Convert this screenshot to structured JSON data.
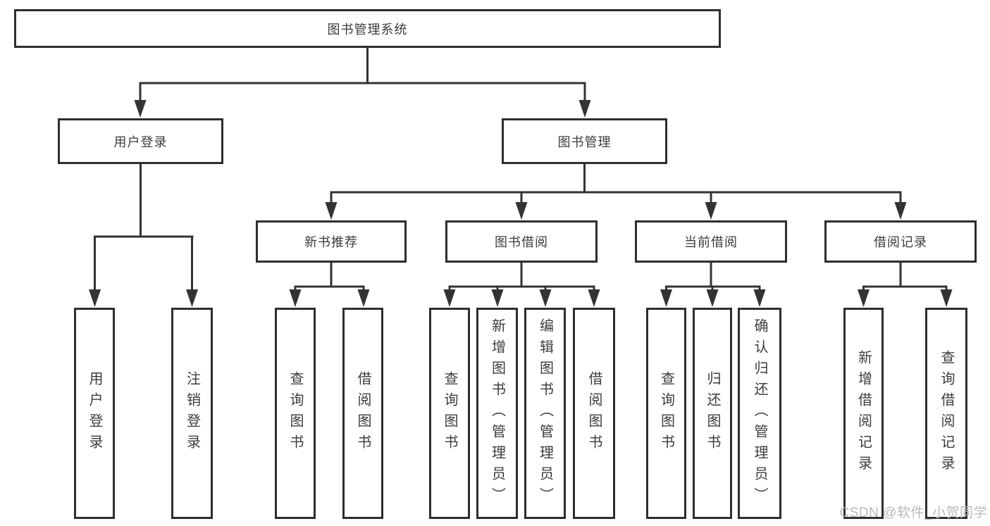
{
  "diagram": {
    "watermark": "CSDN @软件_小贺同学",
    "colors": {
      "line": "#333333",
      "box_border": "#2e2e2e",
      "text": "#3c3c3c",
      "background": "#ffffff",
      "watermark": "#b9b9b9"
    },
    "root": {
      "label": "图书管理系统"
    },
    "branches": [
      {
        "label": "用户登录",
        "children": [
          "用户登录",
          "注销登录"
        ]
      },
      {
        "label": "图书管理",
        "children": [
          {
            "label": "新书推荐",
            "children": [
              "查询图书",
              "借阅图书"
            ]
          },
          {
            "label": "图书借阅",
            "children": [
              "查询图书",
              "新增图书（管理员）",
              "编辑图书（管理员）",
              "借阅图书"
            ]
          },
          {
            "label": "当前借阅",
            "children": [
              "查询图书",
              "归还图书",
              "确认归还（管理员）"
            ]
          },
          {
            "label": "借阅记录",
            "children": [
              "新增借阅记录",
              "查询借阅记录"
            ]
          }
        ]
      }
    ]
  }
}
